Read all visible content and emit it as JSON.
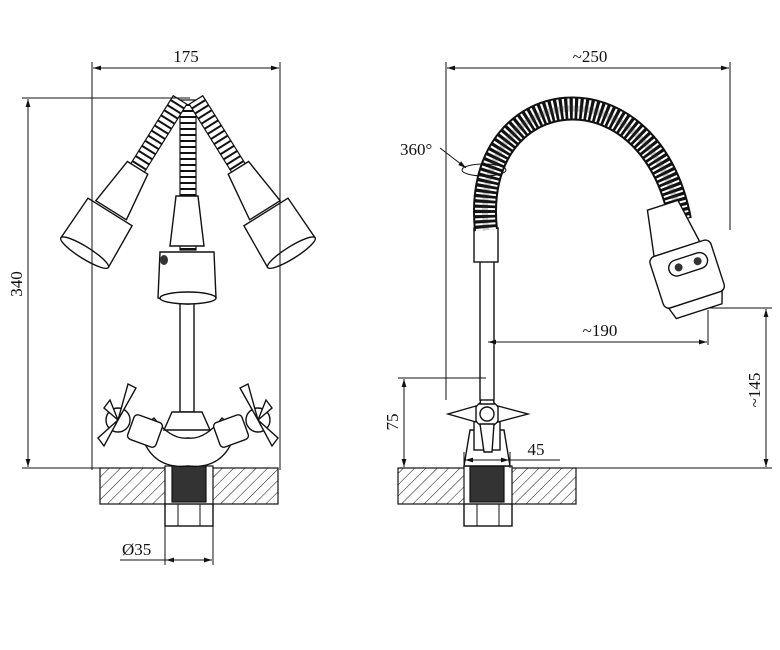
{
  "front_view": {
    "width_label": "175",
    "height_label": "340",
    "diameter_label": "Ø35"
  },
  "side_view": {
    "reach_label": "~250",
    "rotation_label": "360°",
    "spout_label": "~190",
    "outlet_height_label": "~145",
    "valve_height_label": "75",
    "base_offset_label": "45"
  }
}
